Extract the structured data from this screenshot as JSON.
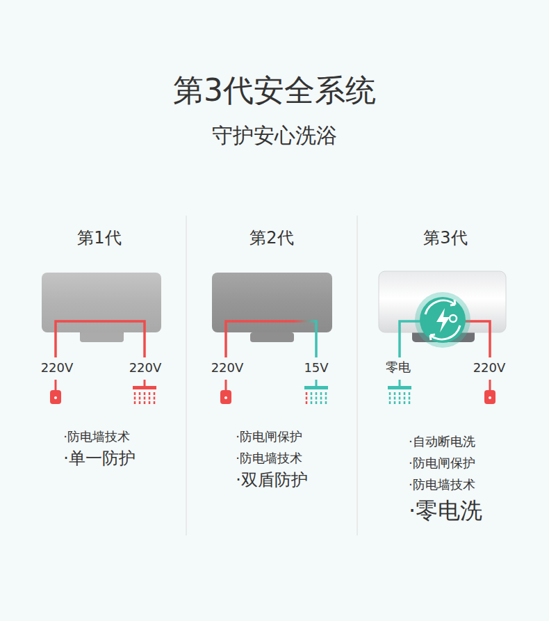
{
  "diagram": {
    "title": "第3代安全系统",
    "nodes": [
      {
        "text": [
          "第1代",
          "·防电墙技术",
          "·单一防护"
        ]
      },
      {
        "text": [
          "第2代",
          "·防电闸保护",
          "·防电墙技术",
          "·双盾防护"
        ]
      },
      {
        "text": [
          "第3代",
          "·自动断电洗",
          "·防电闸保护",
          "·防电墙技术",
          "·零电洗"
        ]
      }
    ],
    "labels": [
      "守护安心洗浴",
      "220V",
      "220V",
      "220V",
      "15V",
      "零电",
      "220V"
    ]
  }
}
